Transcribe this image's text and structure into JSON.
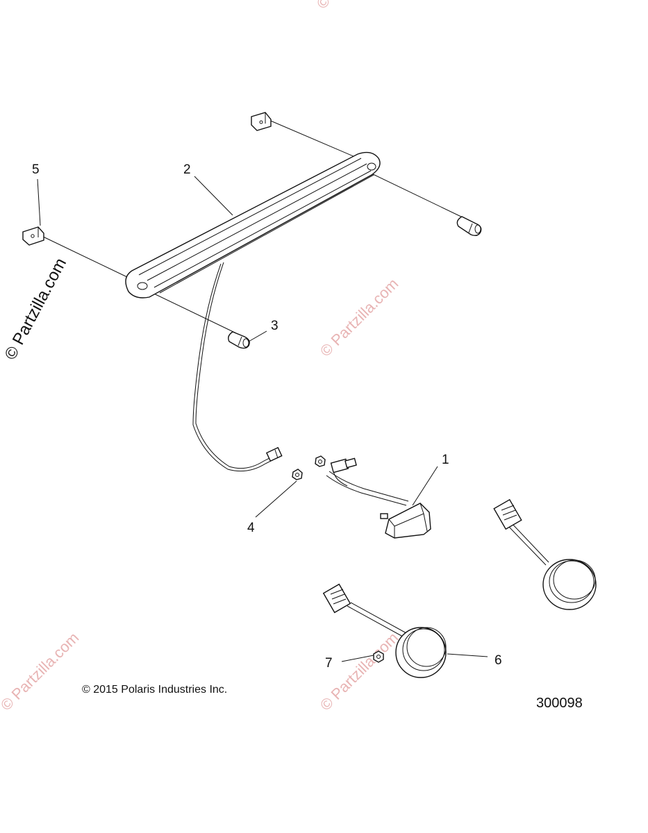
{
  "watermark": {
    "main": "© Partzilla.com",
    "faint": "© Partzilla.com"
  },
  "callouts": [
    {
      "id": "1",
      "label": "1"
    },
    {
      "id": "2",
      "label": "2"
    },
    {
      "id": "3",
      "label": "3"
    },
    {
      "id": "4",
      "label": "4"
    },
    {
      "id": "5",
      "label": "5"
    },
    {
      "id": "6",
      "label": "6"
    },
    {
      "id": "7",
      "label": "7"
    }
  ],
  "copyright": "© 2015 Polaris Industries Inc.",
  "part_number": "300098",
  "colors": {
    "line": "#111111",
    "watermark": "#e8b4b4",
    "background": "#ffffff"
  }
}
